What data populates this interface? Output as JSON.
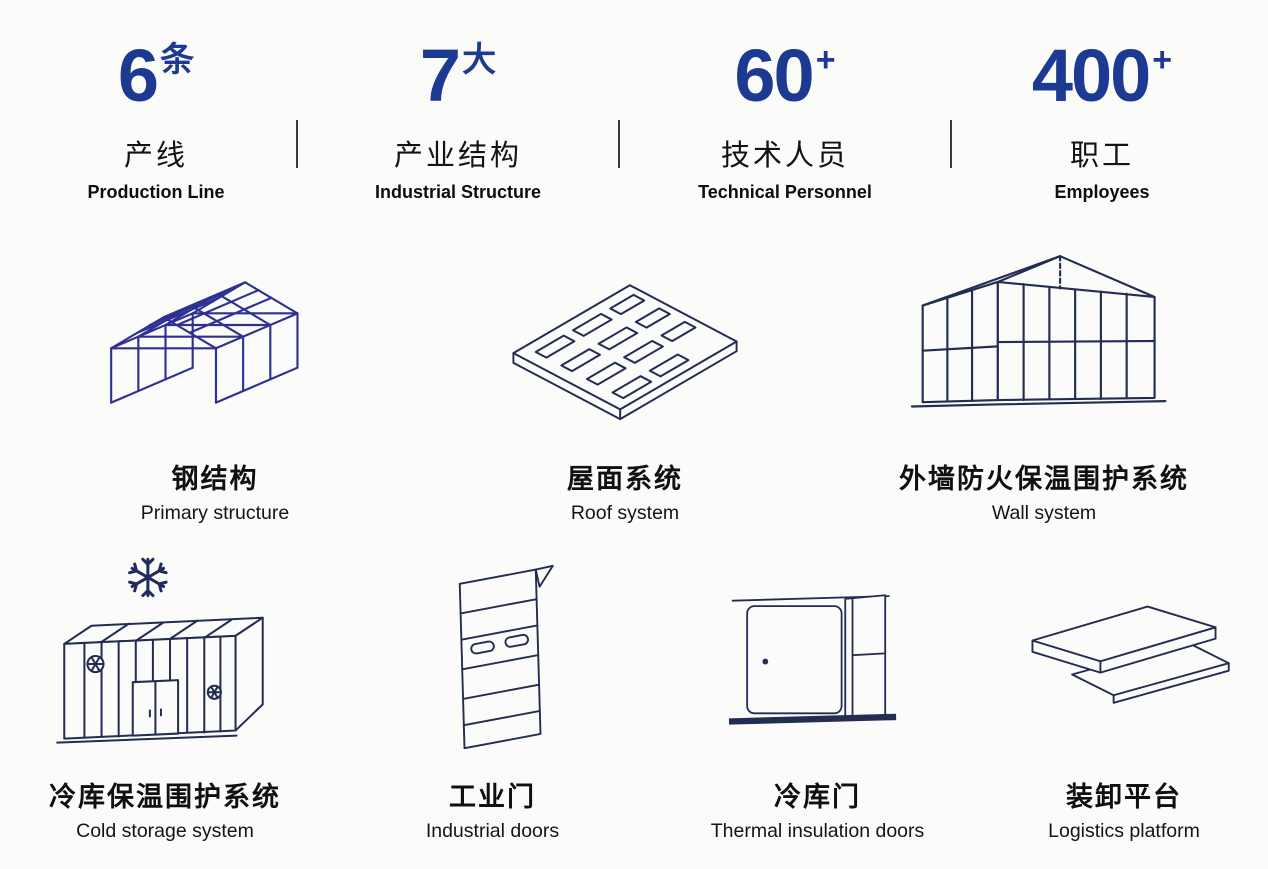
{
  "page": {
    "background": "#fbfbf9",
    "accent_color": "#1c3a92",
    "line_color": "#232d52",
    "steel_color": "#2e3192"
  },
  "stats": {
    "items": [
      {
        "value": "6",
        "unit": "条",
        "label_cn": "产线",
        "label_en": "Production Line"
      },
      {
        "value": "7",
        "unit": "大",
        "label_cn": "产业结构",
        "label_en": "Industrial Structure"
      },
      {
        "value": "60",
        "unit": "+",
        "label_cn": "技术人员",
        "label_en": "Technical Personnel"
      },
      {
        "value": "400",
        "unit": "+",
        "label_cn": "职工",
        "label_en": "Employees"
      }
    ]
  },
  "products": {
    "row1": [
      {
        "icon": "steel-structure-icon",
        "label_cn": "钢结构",
        "label_en": "Primary structure"
      },
      {
        "icon": "roof-system-icon",
        "label_cn": "屋面系统",
        "label_en": "Roof system"
      },
      {
        "icon": "wall-system-icon",
        "label_cn": "外墙防火保温围护系统",
        "label_en": "Wall system"
      }
    ],
    "row2": [
      {
        "icon": "cold-storage-icon",
        "label_cn": "冷库保温围护系统",
        "label_en": "Cold storage system"
      },
      {
        "icon": "industrial-door-icon",
        "label_cn": "工业门",
        "label_en": "Industrial doors"
      },
      {
        "icon": "cold-storage-door-icon",
        "label_cn": "冷库门",
        "label_en": "Thermal insulation doors"
      },
      {
        "icon": "loading-platform-icon",
        "label_cn": "装卸平台",
        "label_en": "Logistics platform"
      }
    ]
  }
}
